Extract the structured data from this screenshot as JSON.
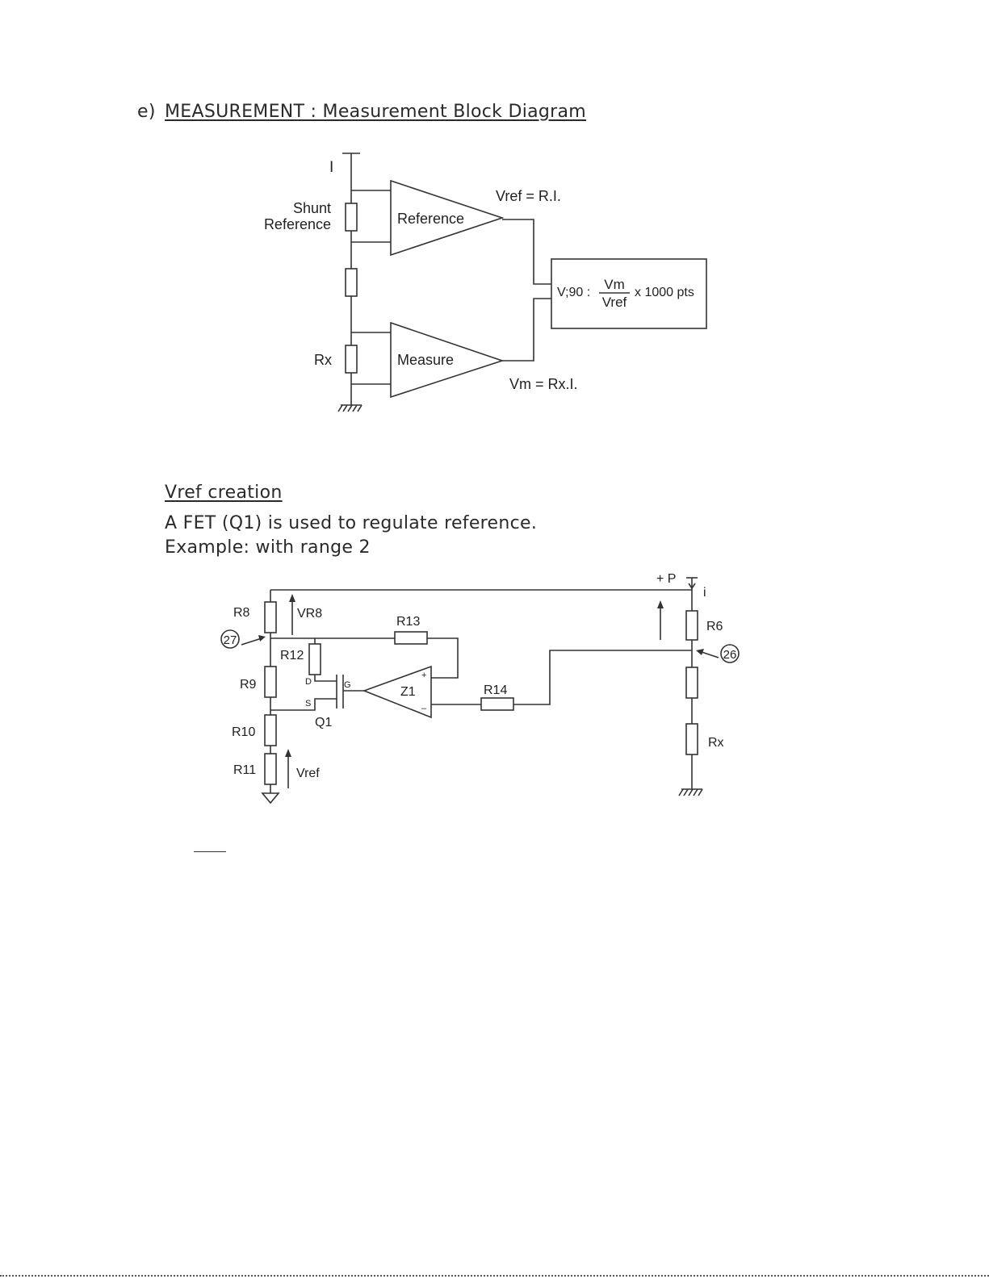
{
  "section": {
    "prefix": "e)",
    "title": "MEASUREMENT : Measurement Block Diagram"
  },
  "block_diagram": {
    "current_label": "I",
    "shunt_label_1": "Shunt",
    "shunt_label_2": "Reference",
    "rx_label": "Rx",
    "reference_amp": "Reference",
    "measure_amp": "Measure",
    "vref_formula": "Vref = R.I.",
    "vm_formula": "Vm = Rx.I.",
    "display_prefix": "V;90 :",
    "fraction_num": "Vm",
    "fraction_den": "Vref",
    "display_suffix": "x 1000 pts"
  },
  "vref": {
    "title": "Vref creation",
    "line1": "A FET (Q1) is used to regulate reference.",
    "line2": "Example: with range 2"
  },
  "schematic": {
    "plus_p": "+ P",
    "i": "i",
    "r6": "R6",
    "rx": "Rx",
    "r8": "R8",
    "vr8": "VR8",
    "r9": "R9",
    "r10": "R10",
    "r11": "R11",
    "vref": "Vref",
    "r12": "R12",
    "r13": "R13",
    "r14": "R14",
    "z1": "Z1",
    "q1": "Q1",
    "d": "D",
    "g": "G",
    "s": "S",
    "plus": "+",
    "minus": "–",
    "node27": "27",
    "node26": "26"
  }
}
